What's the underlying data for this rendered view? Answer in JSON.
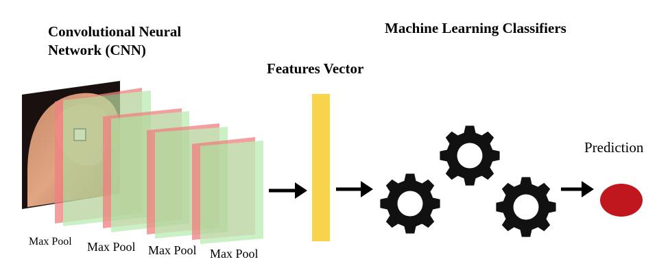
{
  "titles": {
    "cnn_line1": "Convolutional Neural",
    "cnn_line2": "Network (CNN)",
    "ml_classifiers": "Machine Learning Classifiers",
    "features_vector": "Features Vector",
    "prediction": "Prediction"
  },
  "pool_labels": [
    "Max Pool",
    "Max Pool",
    "Max Pool",
    "Max Pool"
  ],
  "colors": {
    "feature_map_red": "#f08080",
    "feature_map_green": "#a8e6a0",
    "features_vector": "#f7d44c",
    "gear": "#111111",
    "prediction": "#c0171e",
    "arrow": "#000000"
  },
  "icons": [
    "gear-icon",
    "gear-icon",
    "gear-icon",
    "arrow-icon",
    "arrow-icon",
    "arrow-icon"
  ]
}
